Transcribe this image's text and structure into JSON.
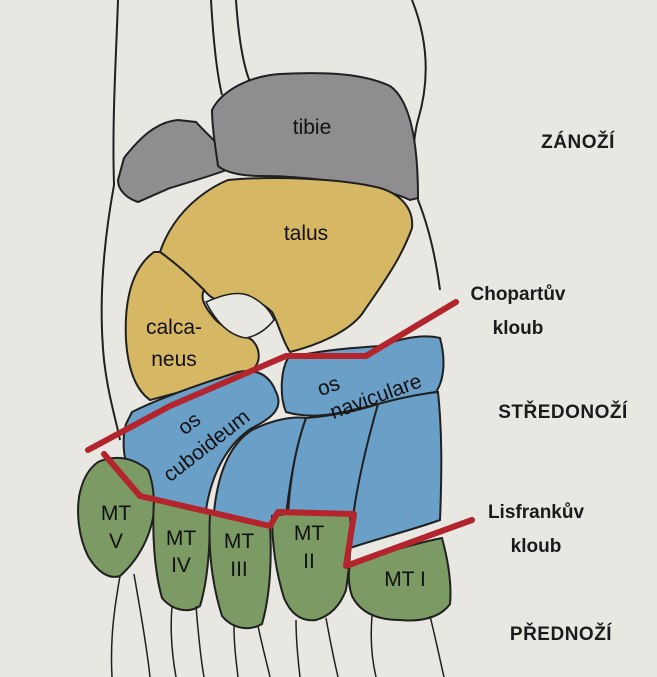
{
  "colors": {
    "background": "#e9e7e2",
    "tibia": "#8f8d8f",
    "hindfoot": "#d6b764",
    "midfoot": "#6a9fc8",
    "forefoot": "#7c9a63",
    "joint_line": "#b3242c",
    "outline": "#202020"
  },
  "bones": {
    "tibie": "tibie",
    "talus": "talus",
    "calcaneus_1": "calca-",
    "calcaneus_2": "neus",
    "cuboid_1": "os",
    "cuboid_2": "cuboideum",
    "navicular_1": "os",
    "navicular_2": "naviculare",
    "mt5_1": "MT",
    "mt5_2": "V",
    "mt4_1": "MT",
    "mt4_2": "IV",
    "mt3_1": "MT",
    "mt3_2": "III",
    "mt2_1": "MT",
    "mt2_2": "II",
    "mt1": "MT I"
  },
  "regions": {
    "hindfoot": "ZÁNOŽÍ",
    "midfoot": "STŘEDONOŽÍ",
    "forefoot": "PŘEDNOŽÍ"
  },
  "joints": {
    "chopart_1": "Chopartův",
    "chopart_2": "kloub",
    "lisfranc_1": "Lisfrankův",
    "lisfranc_2": "kloub"
  }
}
